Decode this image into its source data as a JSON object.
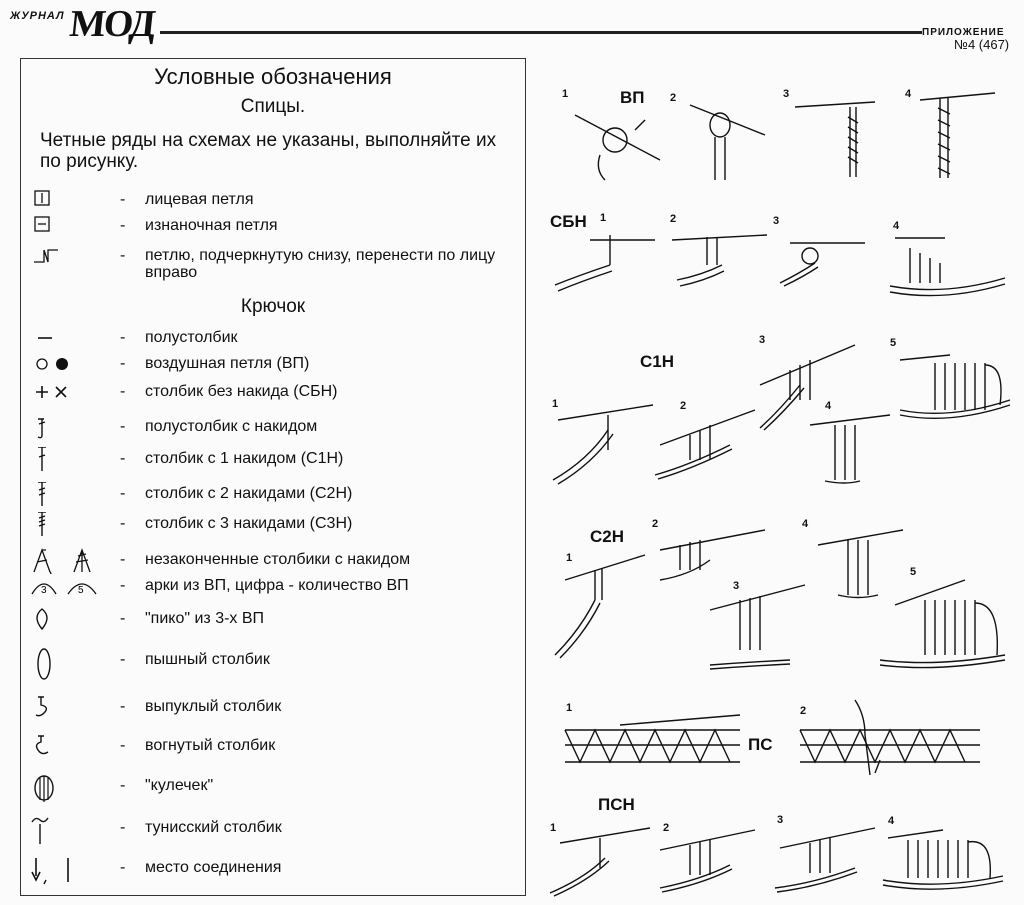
{
  "header": {
    "jurnal": "ЖУРНАЛ",
    "brand": "МОД",
    "prilozhenie": "ПРИЛОЖЕНИЕ",
    "issue": "№4 (467)"
  },
  "legend": {
    "title": "Условные обозначения",
    "knit_title": "Спицы.",
    "note": "Четные ряды на схемах не указаны, выполняйте их по рисунку.",
    "knit_items": [
      {
        "icon": "knit-stitch-icon",
        "dash": "-",
        "text": "лицевая петля"
      },
      {
        "icon": "purl-stitch-icon",
        "dash": "-",
        "text": "изнаночная  петля"
      },
      {
        "icon": "transfer-loop-icon",
        "dash": "-",
        "text": "петлю, подчеркнутую снизу, перенести по лицу вправо"
      }
    ],
    "crochet_title": "Крючок",
    "crochet_items": [
      {
        "icon": "slip-stitch-icon",
        "dash": "-",
        "text": "полустолбик"
      },
      {
        "icon": "chain-stitch-icon",
        "dash": "-",
        "text": "воздушная петля (ВП)"
      },
      {
        "icon": "single-crochet-icon",
        "dash": "-",
        "text": "столбик без накида (СБН)"
      },
      {
        "icon": "half-double-crochet-icon",
        "dash": "-",
        "text": "полустолбик с накидом"
      },
      {
        "icon": "double-crochet-icon",
        "dash": "-",
        "text": "столбик с 1 накидом (С1Н)"
      },
      {
        "icon": "treble-crochet-icon",
        "dash": "-",
        "text": "столбик с 2 накидами (С2Н)"
      },
      {
        "icon": "double-treble-crochet-icon",
        "dash": "-",
        "text": "столбик с 3 накидами (С3Н)"
      },
      {
        "icon": "unfinished-stitches-icon",
        "dash": "-",
        "text": "незаконченные столбики с накидом"
      },
      {
        "icon": "chain-arch-icon",
        "dash": "-",
        "text": "арки из ВП, цифра - количество ВП"
      },
      {
        "icon": "picot-icon",
        "dash": "-",
        "text": "\"пико\" из 3-х ВП"
      },
      {
        "icon": "puff-stitch-icon",
        "dash": "-",
        "text": "пышный столбик"
      },
      {
        "icon": "front-post-stitch-icon",
        "dash": "-",
        "text": "выпуклый столбик"
      },
      {
        "icon": "back-post-stitch-icon",
        "dash": "-",
        "text": "вогнутый столбик"
      },
      {
        "icon": "bobble-stitch-icon",
        "dash": "-",
        "text": "\"кулечек\""
      },
      {
        "icon": "tunisian-stitch-icon",
        "dash": "-",
        "text": "тунисский столбик"
      },
      {
        "icon": "join-point-icon",
        "dash": "-",
        "text": "место соединения"
      }
    ],
    "arch_digits": [
      "3",
      "5"
    ]
  },
  "tutorials": {
    "vp": {
      "label": "ВП",
      "steps": [
        "1",
        "2",
        "3",
        "4"
      ]
    },
    "sbn": {
      "label": "СБН",
      "steps": [
        "1",
        "2",
        "3",
        "4"
      ]
    },
    "c1n": {
      "label": "С1Н",
      "steps": [
        "1",
        "2",
        "3",
        "4",
        "5"
      ]
    },
    "c2n": {
      "label": "С2Н",
      "steps": [
        "1",
        "2",
        "3",
        "4",
        "5"
      ]
    },
    "ps": {
      "label": "ПС",
      "steps": [
        "1",
        "2"
      ]
    },
    "psn": {
      "label": "ПСН",
      "steps": [
        "1",
        "2",
        "3",
        "4"
      ]
    }
  }
}
